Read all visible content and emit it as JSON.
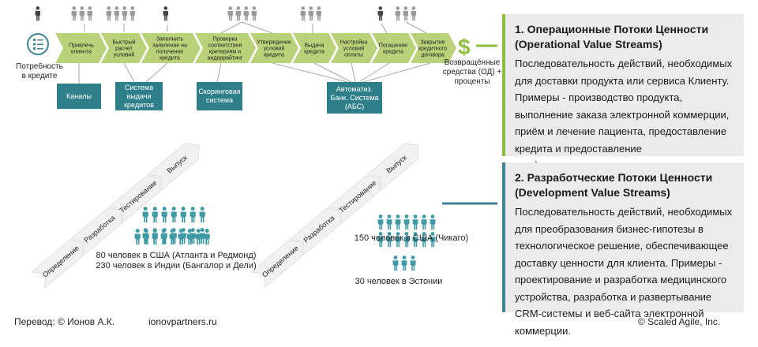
{
  "operational": {
    "start_label": "Потребность\nв кредите",
    "steps": [
      "Привлечь клиента",
      "Быстрый расчет условий",
      "Заполнить заявление на получение кредита",
      "Проверка соответствия критериям и андеррайтинг",
      "Утверждение условий кредита",
      "Выдача кредита",
      "Настройка условий оплаты",
      "Погашение кредита",
      "Закрытие кредитного договора"
    ],
    "end_label": "Возвращённые\nсредства (ОД) +\nпроценты",
    "systems": [
      "Каналы",
      "Система выдачи кредитов",
      "Скоринговая система",
      "Автоматиз. Банк. Система (АБС)"
    ]
  },
  "development": {
    "stages": [
      "Определение",
      "Разработка",
      "Тестирование",
      "Выпуск"
    ],
    "team1_text": "80 человек в США (Атланта и Редмонд)\n230 человек в Индии (Бангалор и Дели)",
    "team2_text": "150 человек в США (Чикаго)",
    "team3_text": "30 человек в Эстонии"
  },
  "panel1": {
    "title": "1. Операционные Потоки Ценности (Operational Value Streams)",
    "body": "Последовательность действий, необходимых для доставки продукта или сервиса Клиенту. Примеры - производство продукта, выполнение заказа электронной коммерции, приём и лечение пациента, предоставление кредита и предоставление профессиональных услуг."
  },
  "panel2": {
    "title": "2. Разработческие Потоки Ценности (Development Value Streams)",
    "body": "Последовательность действий, необходимых для преобразования бизнес-гипотезы в технологическое решение, обеспечивающее доставку ценности для клиента. Примеры - проектирование и разработка медицинского устройства, разработка и развертывание CRM-системы и веб-сайта электронной коммерции."
  },
  "footer": {
    "translation": "Перевод: © Ионов А.К.",
    "site": "ionovpartners.ru",
    "copyright": "© Scaled Agile,  Inc."
  },
  "colors": {
    "chevron_green": "#b9d27a",
    "accent_green": "#8cbf3c",
    "teal": "#2f7f8a",
    "person_gray": "#9a9a9a",
    "person_dark": "#444444",
    "person_teal": "#3f9aa6",
    "dev_chevron": "#f1f1f1"
  },
  "icons": [
    "checklist-icon",
    "dollar-icon",
    "person-icon"
  ]
}
